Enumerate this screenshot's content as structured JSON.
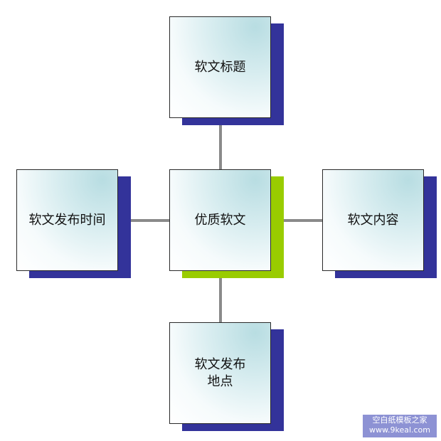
{
  "diagram": {
    "center": {
      "label": "优质软文",
      "shadow_color": "#99cc00"
    },
    "nodes": [
      {
        "id": "top",
        "label": "软文标题"
      },
      {
        "id": "left",
        "label": "软文发布时间"
      },
      {
        "id": "right",
        "label": "软文内容"
      },
      {
        "id": "bottom",
        "label": "软文发布\n地点"
      }
    ],
    "shadow_color": "#33339a",
    "connector_color": "#8a8a8a"
  },
  "watermark": {
    "line1": "空白纸模板之家",
    "line2": "www.9keal.com"
  }
}
